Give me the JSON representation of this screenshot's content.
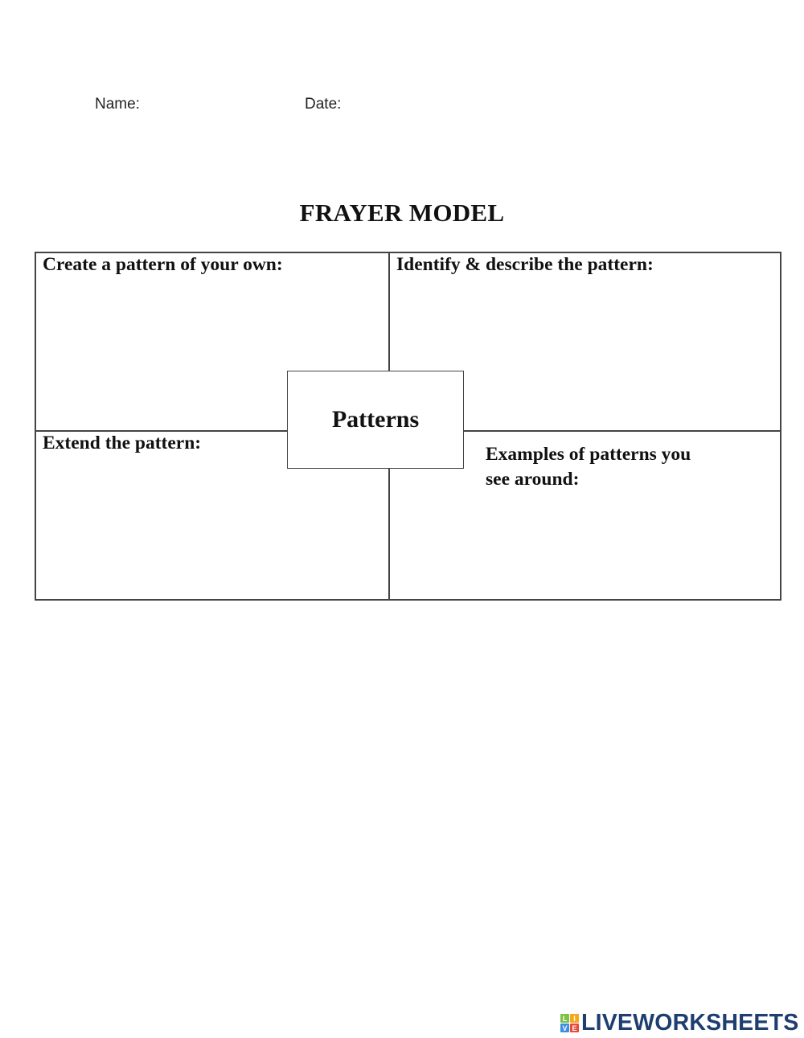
{
  "header": {
    "name_label": "Name:",
    "date_label": "Date:"
  },
  "title": "FRAYER MODEL",
  "frayer": {
    "center_term": "Patterns",
    "quadrants": {
      "top_left": "Create a pattern of your own:",
      "top_right": "Identify & describe the pattern:",
      "bottom_left": "Extend the pattern:",
      "bottom_right_line1": "Examples of patterns you",
      "bottom_right_line2": "see around:"
    }
  },
  "footer": {
    "brand": "LIVEWORKSHEETS",
    "logo_letters": [
      "L",
      "I",
      "V",
      "E"
    ],
    "logo_colors": [
      "#7cc24a",
      "#f6a81c",
      "#3c8ee0",
      "#e84a3c"
    ],
    "brand_color": "#1f3e70"
  }
}
